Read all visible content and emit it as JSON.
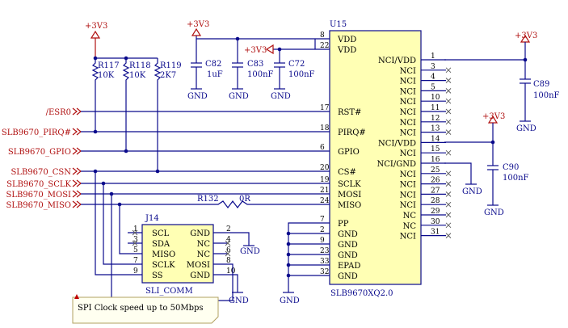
{
  "chip": {
    "ref": "U15",
    "part": "SLB9670XQ2.0",
    "left_pins": [
      {
        "num": "8",
        "name": "VDD"
      },
      {
        "num": "22",
        "name": "VDD"
      },
      {
        "num": "17",
        "name": "RST#"
      },
      {
        "num": "18",
        "name": "PIRQ#"
      },
      {
        "num": "6",
        "name": "GPIO"
      },
      {
        "num": "20",
        "name": "CS#"
      },
      {
        "num": "19",
        "name": "SCLK"
      },
      {
        "num": "21",
        "name": "MOSI"
      },
      {
        "num": "24",
        "name": "MISO"
      },
      {
        "num": "7",
        "name": "PP"
      },
      {
        "num": "2",
        "name": "GND"
      },
      {
        "num": "9",
        "name": "GND"
      },
      {
        "num": "23",
        "name": "GND"
      },
      {
        "num": "33",
        "name": "EPAD"
      },
      {
        "num": "32",
        "name": "GND"
      }
    ],
    "right_pins": [
      {
        "num": "1",
        "name": "NCI/VDD"
      },
      {
        "num": "3",
        "name": "NCI"
      },
      {
        "num": "4",
        "name": "NCI"
      },
      {
        "num": "5",
        "name": "NCI"
      },
      {
        "num": "10",
        "name": "NCI"
      },
      {
        "num": "11",
        "name": "NCI"
      },
      {
        "num": "12",
        "name": "NCI"
      },
      {
        "num": "13",
        "name": "NCI"
      },
      {
        "num": "14",
        "name": "NCI/VDD"
      },
      {
        "num": "15",
        "name": "NCI"
      },
      {
        "num": "16",
        "name": "NCI/GND"
      },
      {
        "num": "25",
        "name": "NCI"
      },
      {
        "num": "26",
        "name": "NCI"
      },
      {
        "num": "27",
        "name": "NCI"
      },
      {
        "num": "28",
        "name": "NCI"
      },
      {
        "num": "29",
        "name": "NC"
      },
      {
        "num": "30",
        "name": "NC"
      },
      {
        "num": "31",
        "name": "NCI"
      }
    ]
  },
  "connector": {
    "ref": "J14",
    "name": "SLI_COMM",
    "left_pins": [
      {
        "num": "1",
        "name": "SCL"
      },
      {
        "num": "3",
        "name": "SDA"
      },
      {
        "num": "5",
        "name": "MISO"
      },
      {
        "num": "7",
        "name": "SCLK"
      },
      {
        "num": "9",
        "name": "SS"
      }
    ],
    "right_pins": [
      {
        "num": "2",
        "name": "GND"
      },
      {
        "num": "4",
        "name": "NC"
      },
      {
        "num": "6",
        "name": "NC"
      },
      {
        "num": "8",
        "name": "MOSI"
      },
      {
        "num": "10",
        "name": "GND"
      }
    ]
  },
  "resistors": [
    {
      "ref": "R117",
      "value": "10K"
    },
    {
      "ref": "R118",
      "value": "10K"
    },
    {
      "ref": "R119",
      "value": "2K7"
    },
    {
      "ref": "R132",
      "value": "0R"
    }
  ],
  "capacitors": [
    {
      "ref": "C82",
      "value": "1uF"
    },
    {
      "ref": "C83",
      "value": "100nF"
    },
    {
      "ref": "C72",
      "value": "100nF"
    },
    {
      "ref": "C89",
      "value": "100nF"
    },
    {
      "ref": "C90",
      "value": "100nF"
    }
  ],
  "power": {
    "vcc": "+3V3",
    "gnd": "GND"
  },
  "nets": [
    "/ESR0",
    "SLB9670_PIRQ#",
    "SLB9670_GPIO",
    "SLB9670_CSN",
    "SLB9670_SCLK",
    "SLB9670_MOSI",
    "SLB9670_MISO"
  ],
  "note": "SPI Clock speed up to 50Mbps",
  "colors": {
    "wire": "#0a0a8c",
    "net_label": "#b01010",
    "chip_fill": "#ffffb4",
    "note_fill": "#fffff0"
  }
}
